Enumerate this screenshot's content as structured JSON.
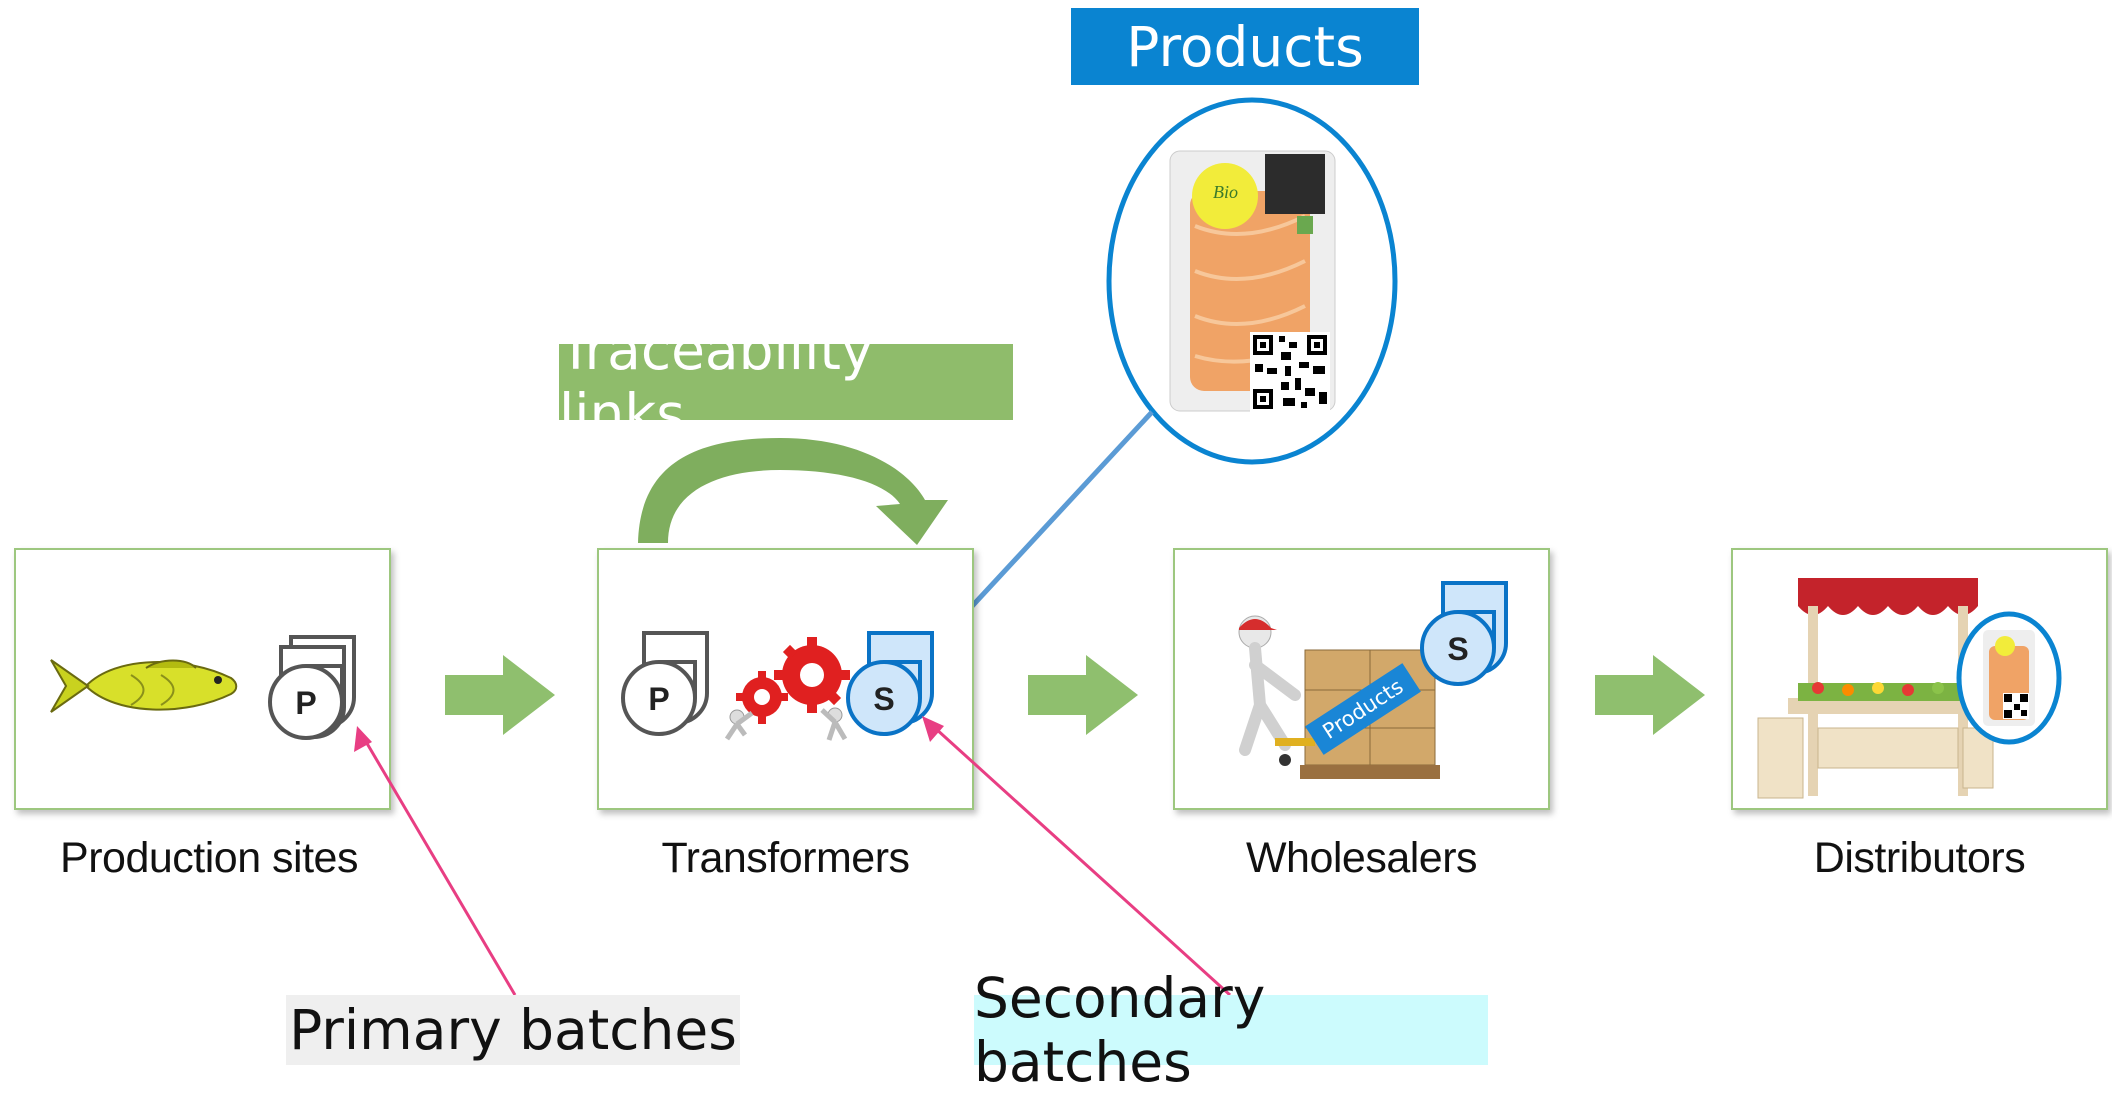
{
  "stages": [
    {
      "label": "Production sites"
    },
    {
      "label": "Transformers"
    },
    {
      "label": "Wholesalers"
    },
    {
      "label": "Distributors"
    }
  ],
  "badges": {
    "primary": "P",
    "secondary": "S"
  },
  "callouts": {
    "products": "Products",
    "traceability": "Traceability links",
    "primary_batches": "Primary batches",
    "secondary_batches": "Secondary batches",
    "pallet_label": "Products"
  },
  "package": {
    "brand": "Bio"
  },
  "colors": {
    "green_arrow": "#8fbf6e",
    "box_border": "#9dc77f",
    "products_blue": "#0080d0",
    "badge_blue": "#0a73c6",
    "badge_fill_blue": "#cfe6fa",
    "traceability_green": "#8fbc6b",
    "pink_arrow": "#e83e83",
    "secondary_bg": "#ccfbfd",
    "primary_bg": "#efefef"
  }
}
